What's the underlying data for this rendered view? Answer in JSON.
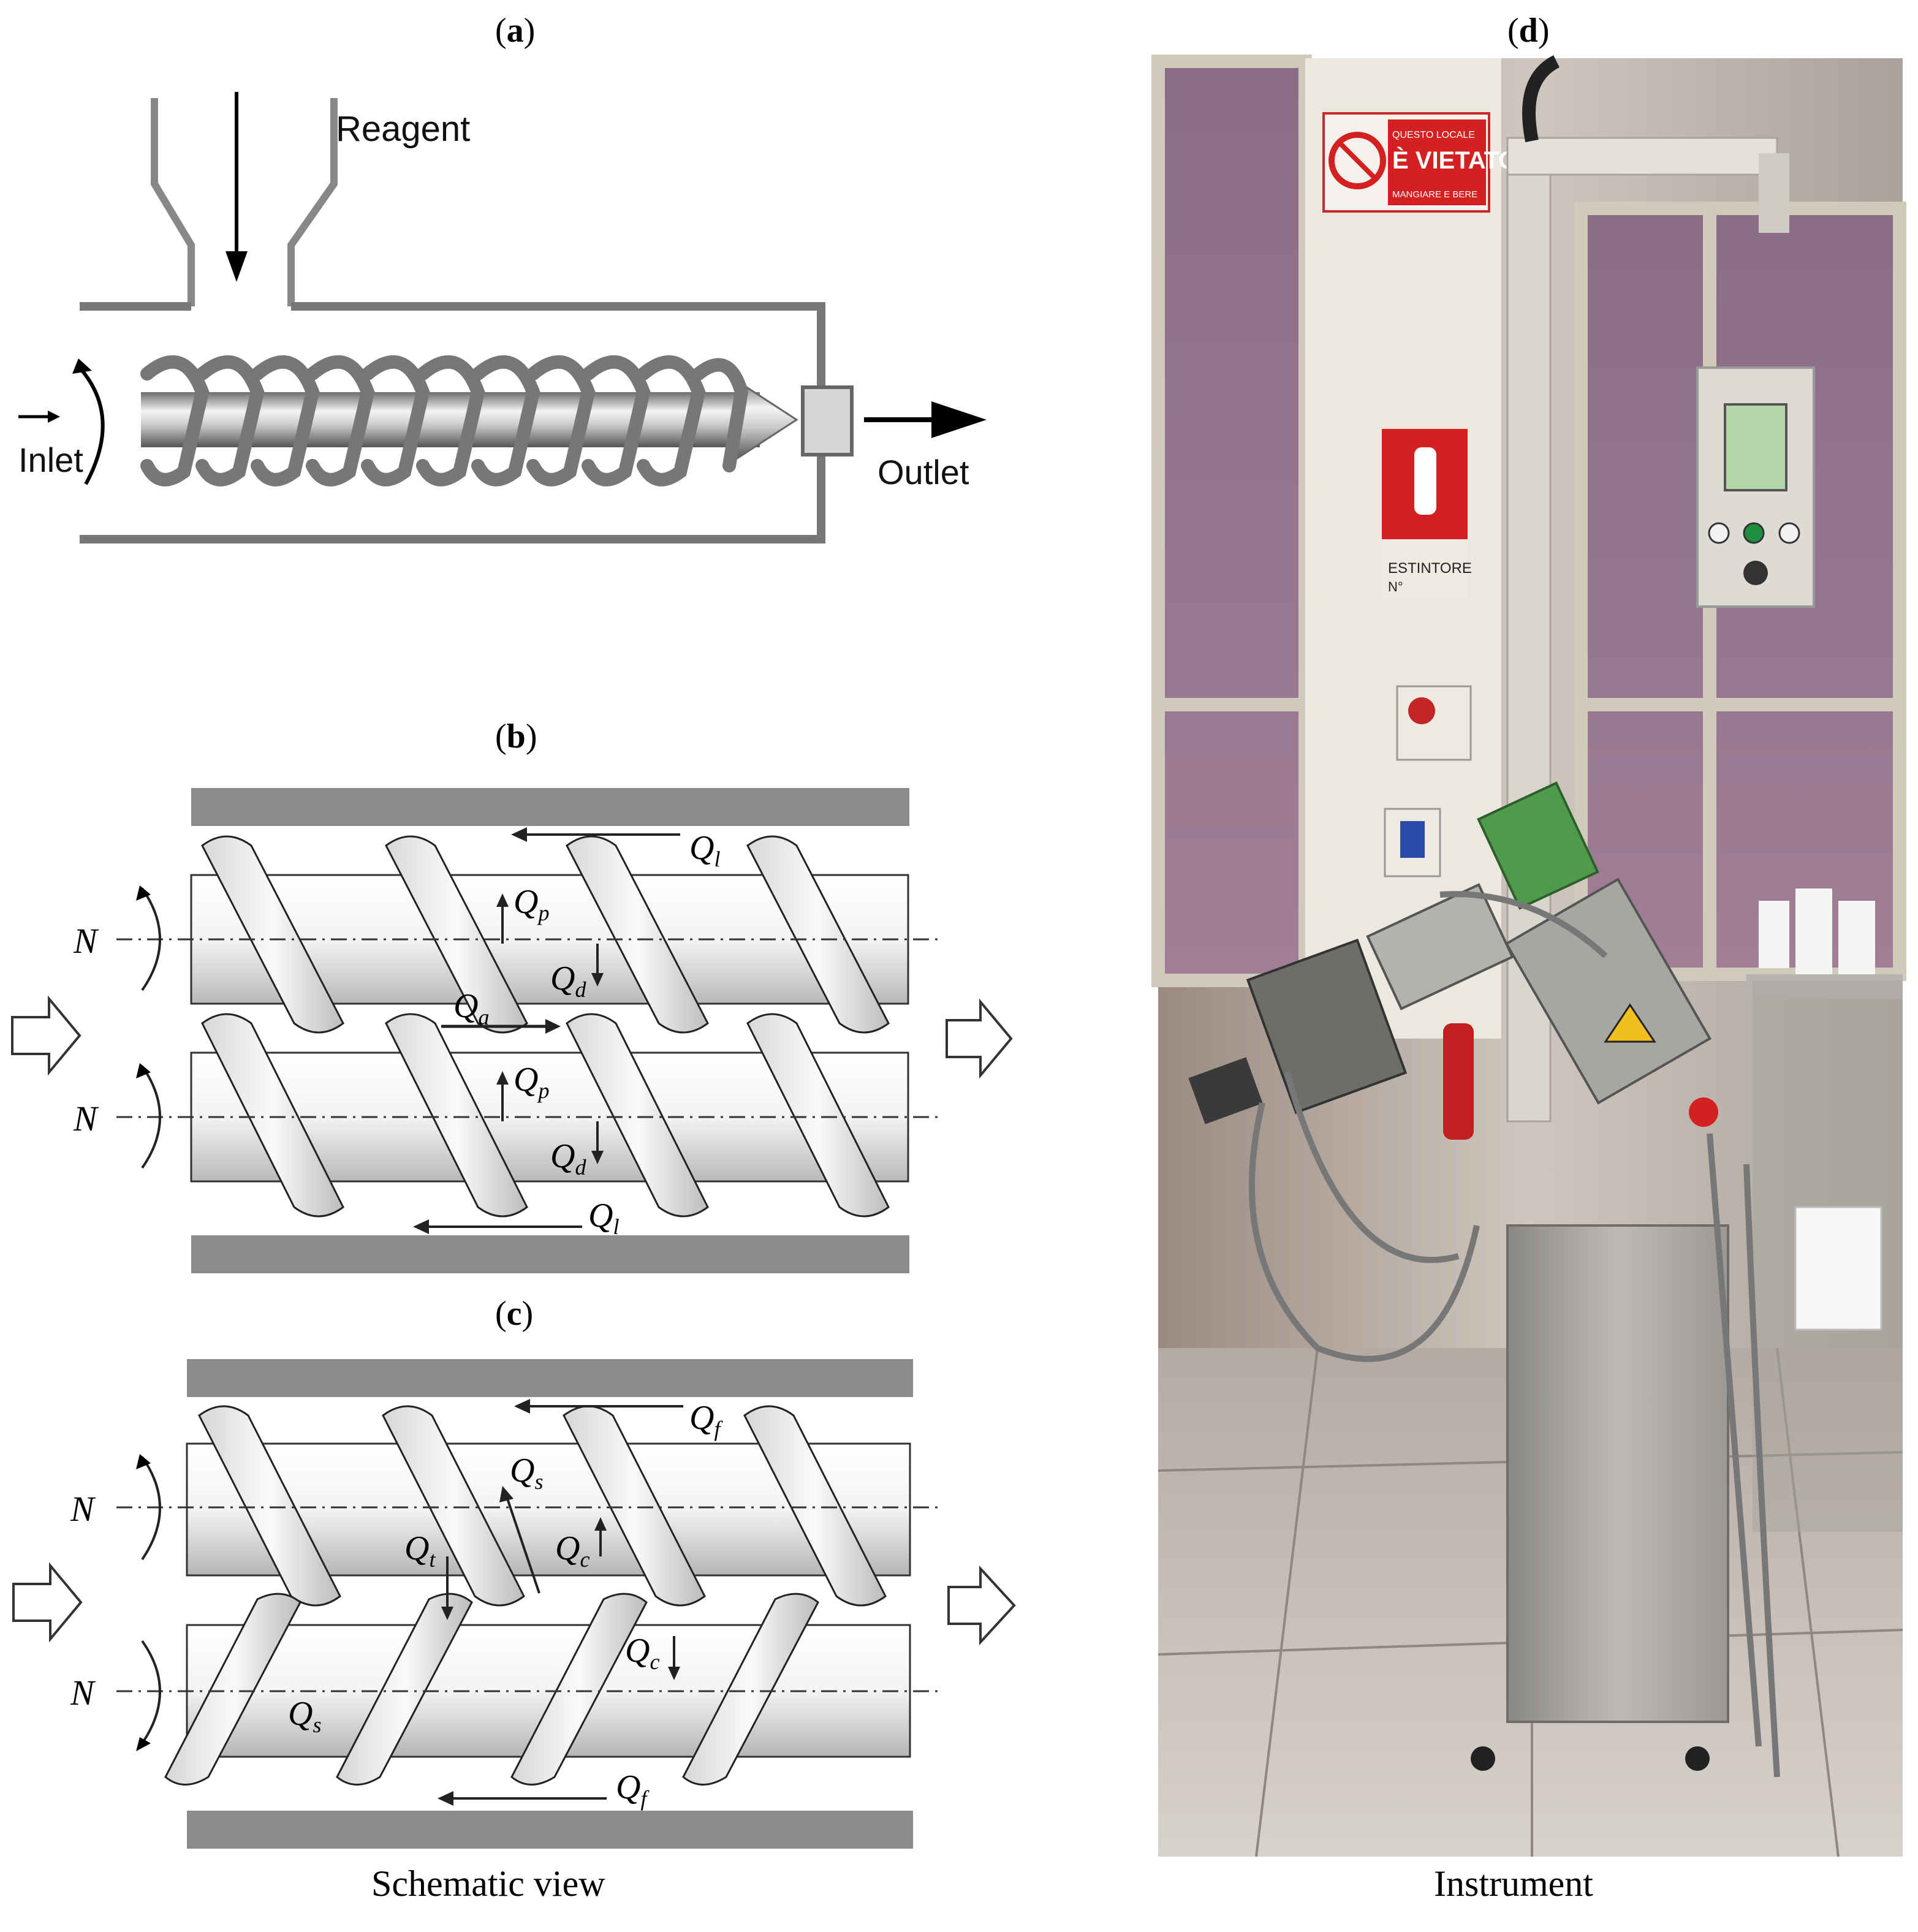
{
  "panels": {
    "a": {
      "open": "(",
      "letter": "a",
      "close": ")"
    },
    "b": {
      "open": "(",
      "letter": "b",
      "close": ")"
    },
    "c": {
      "open": "(",
      "letter": "c",
      "close": ")"
    },
    "d": {
      "open": "(",
      "letter": "d",
      "close": ")"
    }
  },
  "panel_a": {
    "reagent_label": "Reagent",
    "inlet_label": "Inlet",
    "outlet_label": "Outlet"
  },
  "panel_b": {
    "speed_symbol": "N",
    "flows": {
      "leak": "Q",
      "leak_sub": "l",
      "pressure": "Q",
      "pressure_sub": "p",
      "drag": "Q",
      "drag_sub": "d",
      "axial": "Q",
      "axial_sub": "a"
    }
  },
  "panel_c": {
    "speed_symbol": "N",
    "flows": {
      "flight": "Q",
      "flight_sub": "f",
      "side": "Q",
      "side_sub": "s",
      "tetra": "Q",
      "tetra_sub": "t",
      "calender": "Q",
      "calender_sub": "c"
    }
  },
  "captions": {
    "left": "Schematic view",
    "right": "Instrument"
  },
  "photo": {
    "sign_top_line": "QUESTO LOCALE",
    "sign_main": "È VIETATO",
    "sign_bottom_line": "MANGIARE E BERE",
    "extinguisher_label": "ESTINTORE",
    "extinguisher_number": "N°"
  }
}
